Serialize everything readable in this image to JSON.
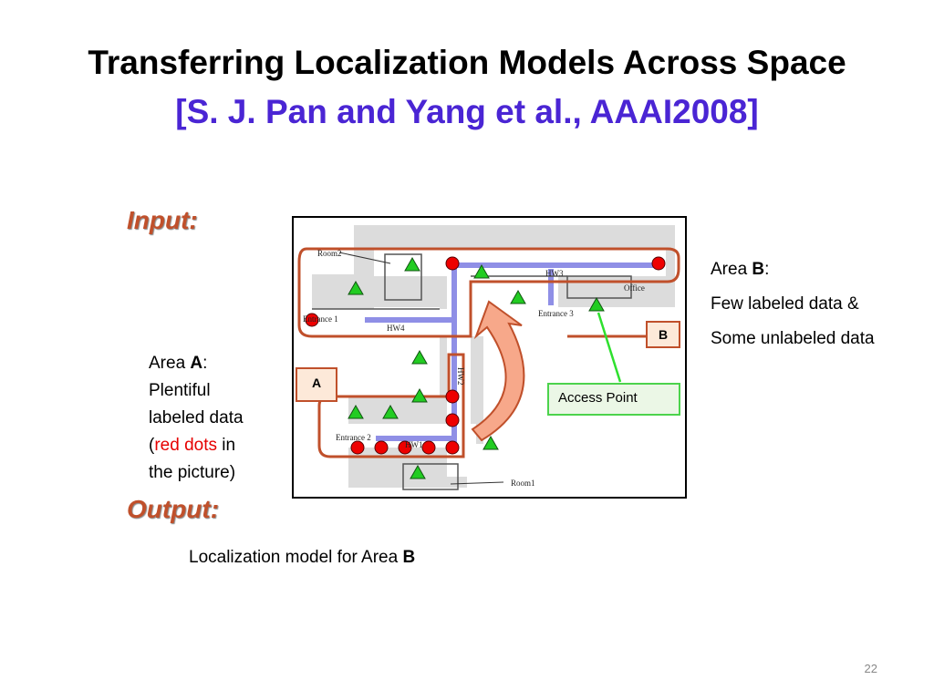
{
  "slide": {
    "title_line1": "Transferring Localization Models Across Space",
    "title_line2": "[S. J. Pan and Yang et al., AAAI2008]",
    "input_heading": "Input:",
    "output_heading": "Output:",
    "area_b": {
      "prefix": "Area ",
      "letter": "B",
      "suffix": ":",
      "line2": "Few labeled data &",
      "line3": "Some unlabeled data"
    },
    "area_a": {
      "prefix": "Area ",
      "letter": "A",
      "suffix": ":",
      "line2": "Plentiful",
      "line3": "labeled data",
      "line4_open": "(",
      "line4_red": "red dots",
      "line4_close": " in",
      "line5": "the picture)"
    },
    "output_text": "Localization model for Area ",
    "output_letter": "B",
    "page_number": "22",
    "colors": {
      "title2": "#4a25d4",
      "heading": "#c0502b",
      "red_text": "#e60000"
    }
  },
  "figure": {
    "box_a_label": "A",
    "box_b_label": "B",
    "access_point_label": "Access Point",
    "map_labels": {
      "room2": "Room2",
      "room1": "Room1",
      "office": "Office",
      "hw3": "HW3",
      "hw4": "HW4",
      "hw2": "HW2",
      "hw1": "HW1",
      "entrance1": "Entrance 1",
      "entrance2": "Entrance 2",
      "entrance3": "Entrance 3"
    },
    "marker_colors": {
      "access_point": "#22cc22",
      "labeled_point": "#ee0000",
      "region_outline": "#c0502b"
    }
  }
}
